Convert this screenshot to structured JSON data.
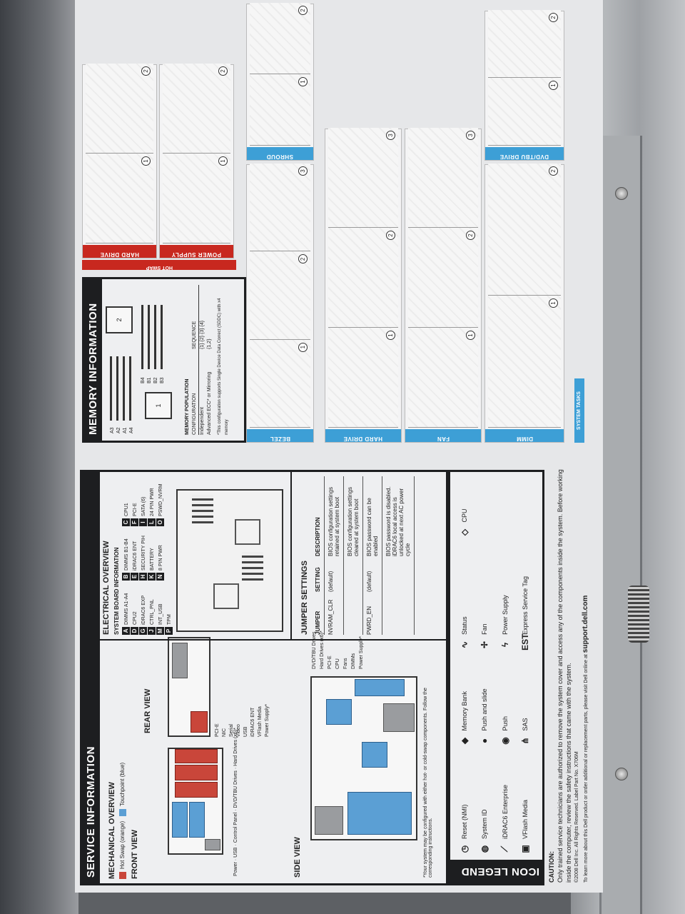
{
  "service": {
    "title": "SERVICE INFORMATION",
    "mech_title": "MECHANICAL OVERVIEW",
    "legend_hot": "Hot Swap (orange)",
    "legend_touch": "Touchpoint (blue)",
    "front_view": "FRONT VIEW",
    "rear_view": "REAR VIEW",
    "side_view": "SIDE VIEW",
    "front_labels": [
      "Power",
      "USB",
      "Control Panel",
      "DVD/TBU Drives",
      "Hard Drives (x6)*"
    ],
    "rear_labels": [
      "PCI-E",
      "NIC",
      "Serial",
      "Video",
      "USB",
      "iDRAC6 ENT",
      "VFlash Media",
      "Power Supply*"
    ],
    "side_labels": [
      "DVD/TBU Drives",
      "Hard Drives (x6)*",
      "PCI-E",
      "CPU",
      "Fans",
      "DIMMs",
      "Power Supply*"
    ],
    "footnote": "*Your system may be configured with either hot- or cold-swap components. Follow the corresponding instructions."
  },
  "electrical": {
    "title": "ELECTRICAL OVERVIEW",
    "board_title": "SYSTEM BOARD INFORMATION",
    "items": [
      {
        "k": "A",
        "v": "DIMMS A1-A4"
      },
      {
        "k": "B",
        "v": "DIMMS B1-B4"
      },
      {
        "k": "C",
        "v": "CPU1"
      },
      {
        "k": "D",
        "v": "CPU2"
      },
      {
        "k": "E",
        "v": "iDRAC6 ENT"
      },
      {
        "k": "F",
        "v": "PCI-E"
      },
      {
        "k": "G",
        "v": "iDRAC6 EXP"
      },
      {
        "k": "H",
        "v": "SECURITY PIH"
      },
      {
        "k": "I",
        "v": "SATA (6)"
      },
      {
        "k": "J",
        "v": "CTRL_PNL"
      },
      {
        "k": "K",
        "v": "BATTERY"
      },
      {
        "k": "L",
        "v": "24 PIN PWR"
      },
      {
        "k": "M",
        "v": "INT_USB"
      },
      {
        "k": "N",
        "v": "8 PIN PWR"
      },
      {
        "k": "O",
        "v": "PSWD_NVRM"
      },
      {
        "k": "P",
        "v": "TPM"
      }
    ]
  },
  "jumpers": {
    "title": "JUMPER SETTINGS",
    "cols": [
      "JUMPER",
      "SETTING",
      "DESCRIPTION"
    ],
    "rows": [
      {
        "j": "NVRAM_CLR",
        "s": "(default)",
        "d": "BIOS configuration settings retained at system boot"
      },
      {
        "j": "",
        "s": "",
        "d": "BIOS configuration settings cleared at system boot"
      },
      {
        "j": "PWRD_EN",
        "s": "(default)",
        "d": "BIOS password can be enabled"
      },
      {
        "j": "",
        "s": "",
        "d": "BIOS password is disabled. iDRAC6 local access is unlocked at next AC power cycle"
      }
    ]
  },
  "icon_legend": {
    "title": "ICON LEGEND",
    "items": [
      {
        "i": "◷",
        "l": "Reset (NMI)"
      },
      {
        "i": "◍",
        "l": "System ID"
      },
      {
        "i": "⟋",
        "l": "iDRAC6 Enterprise"
      },
      {
        "i": "▣",
        "l": "VFlash Media"
      },
      {
        "i": "◆",
        "l": "Memory Bank"
      },
      {
        "i": "●",
        "l": "Push and slide"
      },
      {
        "i": "◉",
        "l": "Push"
      },
      {
        "i": "⋔",
        "l": "SAS"
      },
      {
        "i": "∿",
        "l": "Status"
      },
      {
        "i": "✢",
        "l": "Fan"
      },
      {
        "i": "ϟ",
        "l": "Power Supply"
      },
      {
        "i": "EST",
        "l": "Express Service Tag"
      },
      {
        "i": "◇",
        "l": "CPU"
      }
    ]
  },
  "caution": {
    "title": "CAUTION:",
    "text": "Only trained service technicians are authorized to remove the system cover and access any of the components inside the system. Before working inside the computer, review the safety instructions that came with the system.",
    "copyright": "©2008 Dell Inc. All Rights Reserved. Label Part No. X706M",
    "more": "To learn more about this Dell product or order additional or replacement parts, please visit Dell online at",
    "url": "support.dell.com"
  },
  "memory": {
    "title": "MEMORY INFORMATION",
    "slots_a": [
      "A3",
      "A2",
      "A1",
      "A4"
    ],
    "slots_b": [
      "B4",
      "B1",
      "B2",
      "B3"
    ],
    "cpu1": "1",
    "cpu2": "2",
    "pop_title": "MEMORY POPULATION",
    "col_config": "CONFIGURATION",
    "col_seq": "SEQUENCE",
    "rows": [
      {
        "c": "Independent",
        "s": "{1} {2} {3} {4}"
      },
      {
        "c": "Advanced ECC* or Mirroring",
        "s": "{1,2}"
      }
    ],
    "note": "*This configuration supports Single Device Data Correct (SDDC) with x4 memory"
  },
  "hot_swap": {
    "title": "HOT SWAP",
    "tasks": [
      {
        "name": "HARD DRIVE",
        "steps": [
          "1",
          "2"
        ]
      },
      {
        "name": "POWER SUPPLY",
        "steps": [
          "1",
          "2"
        ]
      }
    ]
  },
  "system_tasks": {
    "title": "SYSTEM TASKS",
    "tasks": [
      {
        "name": "BEZEL",
        "steps": [
          "1",
          "2",
          "3"
        ]
      },
      {
        "name": "SHROUD",
        "steps": [
          "1",
          "2"
        ]
      },
      {
        "name": "HARD DRIVE",
        "steps": [
          "1",
          "2",
          "3"
        ]
      },
      {
        "name": "FAN",
        "steps": [
          "1",
          "2",
          "3"
        ]
      },
      {
        "name": "DIMM",
        "steps": [
          "1",
          "2"
        ]
      },
      {
        "name": "DVD/TBU DRIVE",
        "steps": [
          "1",
          "2"
        ]
      }
    ]
  },
  "colors": {
    "hot": "#c9463a",
    "touch": "#5b9fd4",
    "task_red": "#c8281f",
    "task_blue": "#3d9fd6"
  }
}
